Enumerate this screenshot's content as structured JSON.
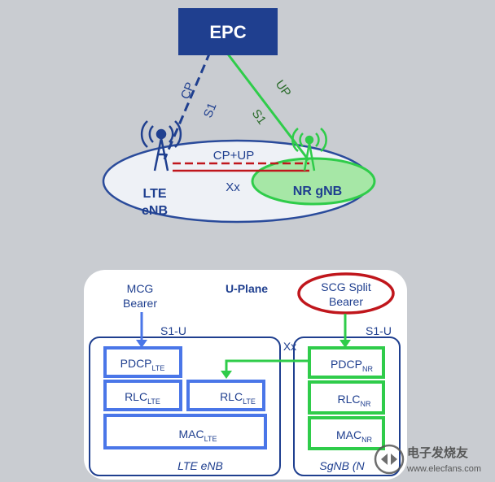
{
  "top": {
    "epc": "EPC",
    "cp": "CP",
    "s1_left": "S1",
    "up": "UP",
    "s1_right": "S1",
    "cp_up": "CP+UP",
    "xx": "Xx",
    "lte": "LTE",
    "enb": "eNB",
    "nr_gnb": "NR gNB"
  },
  "bottom": {
    "mcg_line1": "MCG",
    "mcg_line2": "Bearer",
    "uplane": "U-Plane",
    "scg_line1": "SCG Split",
    "scg_line2": "Bearer",
    "s1u_left": "S1-U",
    "s1u_right": "S1-U",
    "xx": "Xx",
    "pdcp": "PDCP",
    "pdcp_sub": "LTE",
    "rlc1": "RLC",
    "rlc1_sub": "LTE",
    "rlc2": "RLC",
    "rlc2_sub": "LTE",
    "mac": "MAC",
    "mac_sub": "LTE",
    "pdcp_nr": "PDCP",
    "pdcp_nr_sub": "NR",
    "rlc_nr": "RLC",
    "rlc_nr_sub": "NR",
    "mac_nr": "MAC",
    "mac_nr_sub": "NR",
    "lte_enb": "LTE eNB",
    "sgnb": "SgNB (N"
  },
  "watermark": {
    "text1": "电子发烧友",
    "text2": "www.elecfans.com"
  },
  "colors": {
    "epc_fill": "#1f3f8f",
    "lte_blue": "#4a76e8",
    "nr_green": "#2fcc4a",
    "red": "#c0161c"
  }
}
